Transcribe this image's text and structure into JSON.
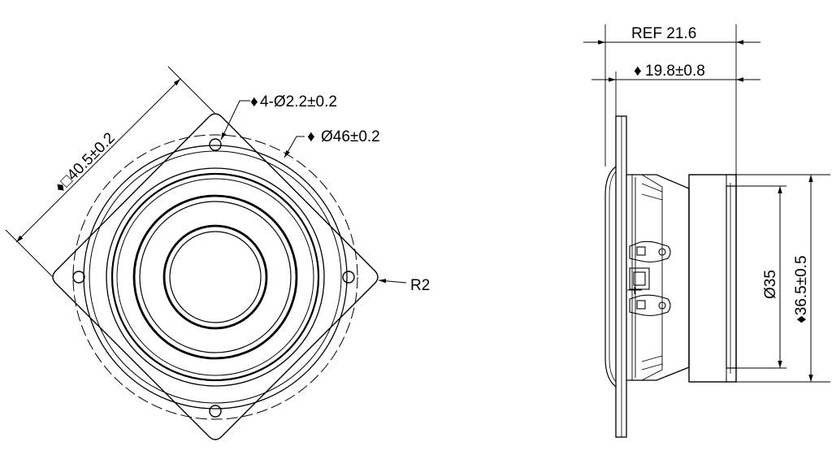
{
  "drawing": {
    "front_view": {
      "callout_diagonal": "♦□40.5±0.2",
      "callout_holes": "╶4-Ø2.2±0.2",
      "callout_holes_diamond": "♦",
      "callout_holes_text": "4-Ø2.2±0.2",
      "callout_circle_diamond": "♦",
      "callout_circle_text": "Ø46±0.2",
      "callout_radius": "R2"
    },
    "side_view": {
      "ref_depth": "REF 21.6",
      "depth_diamond": "♦",
      "depth_text": "19.8±0.8",
      "magnet_dia": "Ø35",
      "frame_height": "♦36.5±0.5"
    }
  }
}
